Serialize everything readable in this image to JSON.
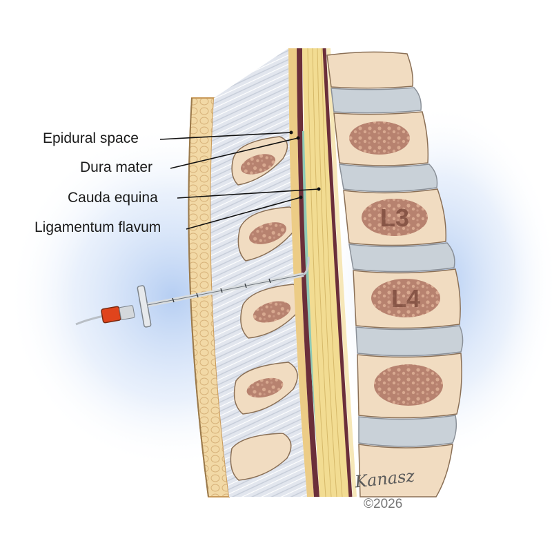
{
  "labels": {
    "epidural_space": "Epidural space",
    "dura_mater": "Dura mater",
    "cauda_equina": "Cauda equina",
    "ligamentum_flavum": "Ligamentum flavum"
  },
  "vertebrae": {
    "l3": "L3",
    "l4": "L4"
  },
  "signature": "Kanasz",
  "copyright": "©2026",
  "colors": {
    "bone_fill": "#f1dcc1",
    "cancellous": "#b77a68",
    "disc": "#c9d1d8",
    "ligament": "#dde2ea",
    "nerve": "#f2dc92",
    "csf": "#8fc9b5",
    "dura": "#6b2f3a",
    "halo": "#7aa6e8",
    "hub_orange": "#e0441c"
  }
}
